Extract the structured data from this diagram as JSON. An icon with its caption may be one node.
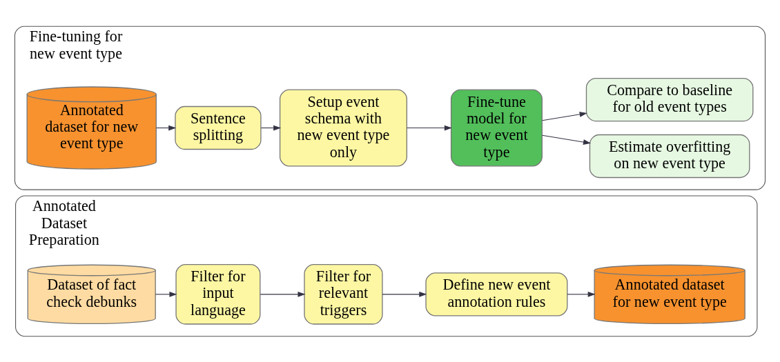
{
  "diagram": {
    "nodes": [
      {
        "text": [
          "Annotated Dataset Preparation"
        ]
      },
      {
        "text": [
          "Dataset of fact check debunks"
        ],
        "in": 0
      },
      {
        "text": [
          "Filter for input language"
        ],
        "in": 0
      },
      {
        "text": [
          "Filter for relevant triggers"
        ],
        "in": 0
      },
      {
        "text": [
          "Define new event annotation rules"
        ],
        "in": 0
      },
      {
        "text": [
          "Annotated dataset for new event type"
        ],
        "in": 0
      },
      {
        "text": [
          "Fine-tuning for new event type"
        ]
      },
      {
        "text": [
          "Annotated dataset for new event type"
        ],
        "in": 6
      },
      {
        "text": [
          "Sentence splitting"
        ],
        "in": 6
      },
      {
        "text": [
          "Setup event schema with new event type only"
        ],
        "in": 6
      },
      {
        "text": [
          "Fine-tune model for new event type"
        ],
        "in": 6
      },
      {
        "text": [
          "Estimate overfitting on new event type"
        ],
        "in": 6
      },
      {
        "text": [
          "Compare to baseline for old event types"
        ],
        "in": 6
      }
    ],
    "edges": [
      {
        "from": 1,
        "to": 2,
        "arrow": "to"
      },
      {
        "from": 2,
        "to": 3,
        "arrow": "to"
      },
      {
        "from": 3,
        "to": 4,
        "arrow": "to"
      },
      {
        "from": 4,
        "to": 5,
        "arrow": "to"
      },
      {
        "from": 7,
        "to": 8,
        "arrow": "to"
      },
      {
        "from": 8,
        "to": 9,
        "arrow": "to"
      },
      {
        "from": 9,
        "to": 10,
        "arrow": "to"
      },
      {
        "from": 10,
        "to": 11,
        "arrow": "to"
      },
      {
        "from": 10,
        "to": 12,
        "arrow": "to"
      }
    ]
  }
}
